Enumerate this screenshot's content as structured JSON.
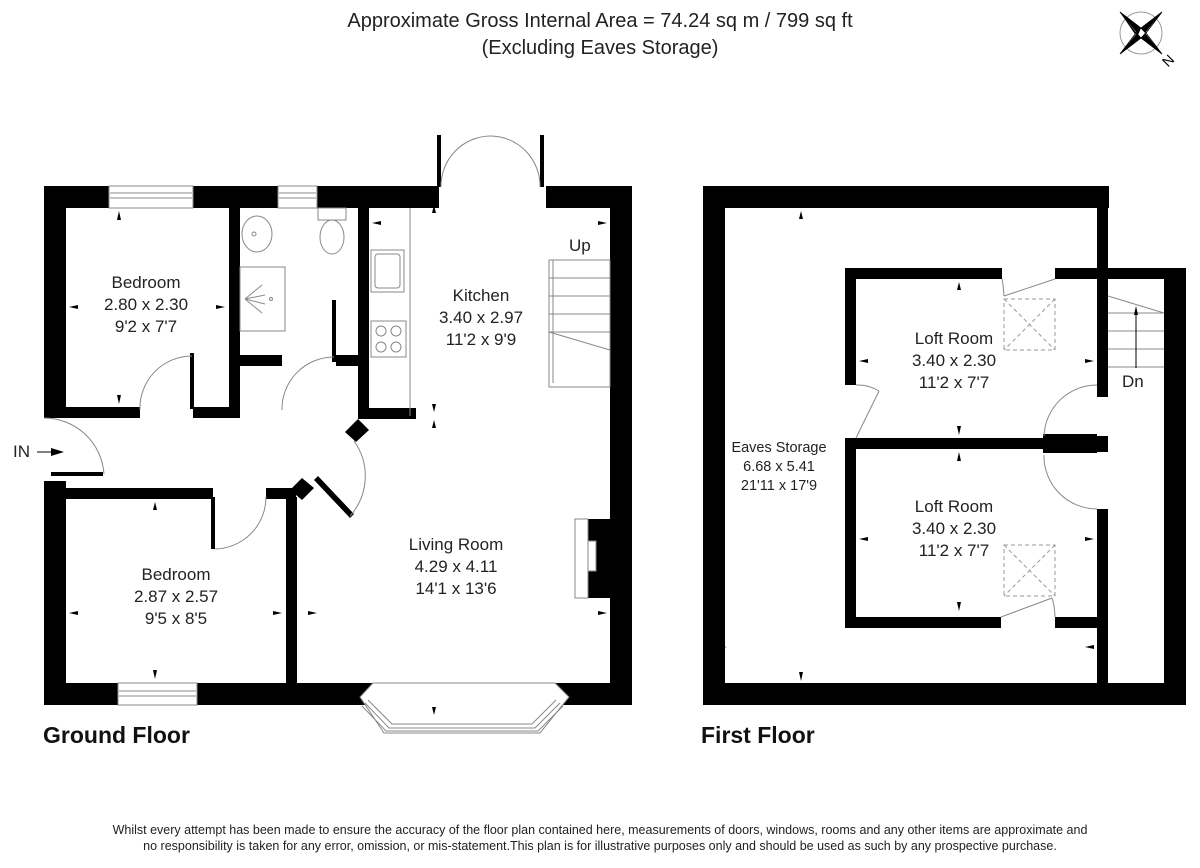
{
  "header": {
    "area_line": "Approximate Gross Internal Area = 74.24 sq m / 799 sq ft",
    "note_line": "(Excluding Eaves Storage)"
  },
  "compass": {
    "icon": "compass-rose-icon",
    "north_label": "N"
  },
  "ground_floor": {
    "label": "Ground Floor",
    "entrance_label": "IN",
    "stairs_label": "Up",
    "rooms": [
      {
        "name": "Bedroom",
        "metric": "2.80 x 2.30",
        "imperial": "9'2 x 7'7"
      },
      {
        "name": "Kitchen",
        "metric": "3.40 x 2.97",
        "imperial": "11'2 x 9'9"
      },
      {
        "name": "Bedroom",
        "metric": "2.87 x 2.57",
        "imperial": "9'5 x 8'5"
      },
      {
        "name": "Living Room",
        "metric": "4.29 x 4.11",
        "imperial": "14'1 x 13'6"
      }
    ]
  },
  "first_floor": {
    "label": "First Floor",
    "stairs_label": "Dn",
    "rooms": [
      {
        "name": "Loft Room",
        "metric": "3.40 x 2.30",
        "imperial": "11'2 x 7'7"
      },
      {
        "name": "Eaves Storage",
        "metric": "6.68 x 5.41",
        "imperial": "21'11 x 17'9"
      },
      {
        "name": "Loft Room",
        "metric": "3.40 x 2.30",
        "imperial": "11'2 x 7'7"
      }
    ]
  },
  "footer": {
    "line1": "Whilst every attempt has been made to ensure the accuracy of the floor plan contained here, measurements of doors, windows, rooms and any other items are approximate and",
    "line2": "no responsibility is taken for any error, omission, or mis-statement.This plan is for illustrative purposes only and should be used as such by any prospective purchase."
  },
  "colors": {
    "wall": "#000000",
    "fixture": "#888888",
    "text": "#222222",
    "background": "#ffffff"
  }
}
